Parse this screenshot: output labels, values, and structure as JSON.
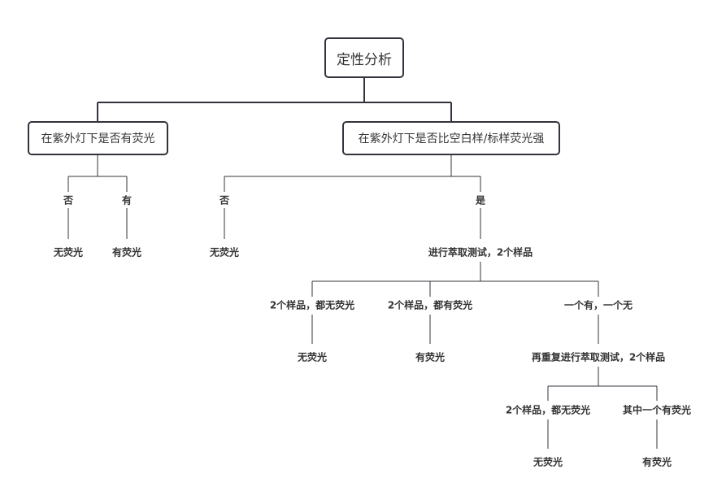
{
  "diagram": {
    "root": "定性分析",
    "level1_left": "在紫外灯下是否有荧光",
    "level1_right": "在紫外灯下是否比空白样/标样荧光强",
    "left_no": "否",
    "left_yes": "有",
    "left_no_result": "无荧光",
    "left_yes_result": "有荧光",
    "right_no": "否",
    "right_no_result": "无荧光",
    "right_yes": "是",
    "extract_test": "进行萃取测试，2个样品",
    "both_none": "2个样品，都无荧光",
    "both_none_result": "无荧光",
    "both_have": "2个样品，都有荧光",
    "both_have_result": "有荧光",
    "one_each": "一个有，一个无",
    "re_extract": "再重复进行萃取测试，2个样品",
    "re_both_none": "2个样品，都无荧光",
    "re_both_none_result": "无荧光",
    "re_one_has": "其中一个有荧光",
    "re_one_has_result": "有荧光"
  }
}
